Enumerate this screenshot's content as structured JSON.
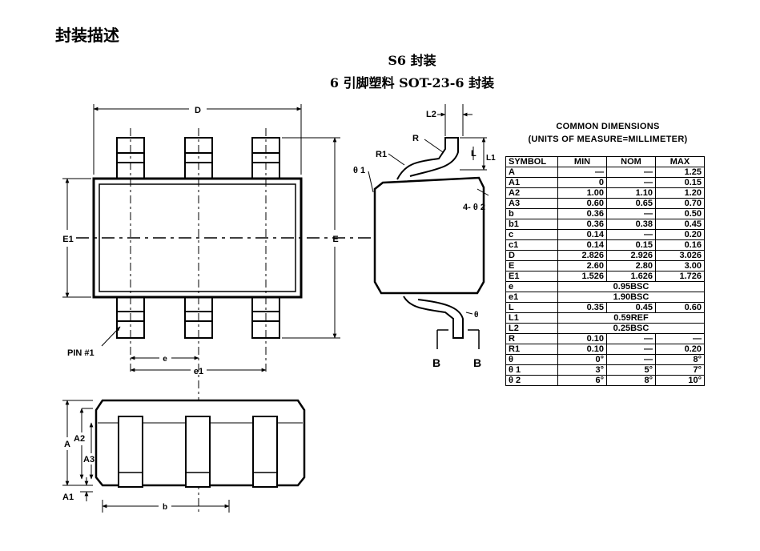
{
  "section_title": "封装描述",
  "package": {
    "title": "S6 封装",
    "subtitle": "6 引脚塑料 SOT-23-6 封装"
  },
  "diagram_labels": {
    "D": "D",
    "E1": "E1",
    "E": "E",
    "pin1": "PIN #1",
    "e": "e",
    "e1": "e1",
    "L2": "L2",
    "R": "R",
    "R1": "R1",
    "theta1": "θ 1",
    "L": "L",
    "L1": "L1",
    "theta2": "4- θ 2",
    "theta": "θ",
    "B_left": "B",
    "B_right": "B",
    "A": "A",
    "A2": "A2",
    "A3": "A3",
    "A1": "A1",
    "b": "b"
  },
  "dimensions": {
    "caption_line1": "COMMON DIMENSIONS",
    "caption_line2": "(UNITS OF MEASURE=MILLIMETER)",
    "headers": [
      "SYMBOL",
      "MIN",
      "NOM",
      "MAX"
    ],
    "rows": [
      {
        "symbol": "A",
        "min": "—",
        "nom": "—",
        "max": "1.25"
      },
      {
        "symbol": "A1",
        "min": "0",
        "nom": "—",
        "max": "0.15"
      },
      {
        "symbol": "A2",
        "min": "1.00",
        "nom": "1.10",
        "max": "1.20"
      },
      {
        "symbol": "A3",
        "min": "0.60",
        "nom": "0.65",
        "max": "0.70"
      },
      {
        "symbol": "b",
        "min": "0.36",
        "nom": "—",
        "max": "0.50"
      },
      {
        "symbol": "b1",
        "min": "0.36",
        "nom": "0.38",
        "max": "0.45"
      },
      {
        "symbol": "c",
        "min": "0.14",
        "nom": "—",
        "max": "0.20"
      },
      {
        "symbol": "c1",
        "min": "0.14",
        "nom": "0.15",
        "max": "0.16"
      },
      {
        "symbol": "D",
        "min": "2.826",
        "nom": "2.926",
        "max": "3.026"
      },
      {
        "symbol": "E",
        "min": "2.60",
        "nom": "2.80",
        "max": "3.00"
      },
      {
        "symbol": "E1",
        "min": "1.526",
        "nom": "1.626",
        "max": "1.726"
      },
      {
        "symbol": "e",
        "span": "0.95BSC"
      },
      {
        "symbol": "e1",
        "span": "1.90BSC"
      },
      {
        "symbol": "L",
        "min": "0.35",
        "nom": "0.45",
        "max": "0.60"
      },
      {
        "symbol": "L1",
        "span": "0.59REF"
      },
      {
        "symbol": "L2",
        "span": "0.25BSC"
      },
      {
        "symbol": "R",
        "min": "0.10",
        "nom": "—",
        "max": "—"
      },
      {
        "symbol": "R1",
        "min": "0.10",
        "nom": "—",
        "max": "0.20"
      },
      {
        "symbol": "θ",
        "min": "0°",
        "nom": "—",
        "max": "8°"
      },
      {
        "symbol": "θ 1",
        "min": "3°",
        "nom": "5°",
        "max": "7°"
      },
      {
        "symbol": "θ 2",
        "min": "6°",
        "nom": "8°",
        "max": "10°"
      }
    ]
  }
}
